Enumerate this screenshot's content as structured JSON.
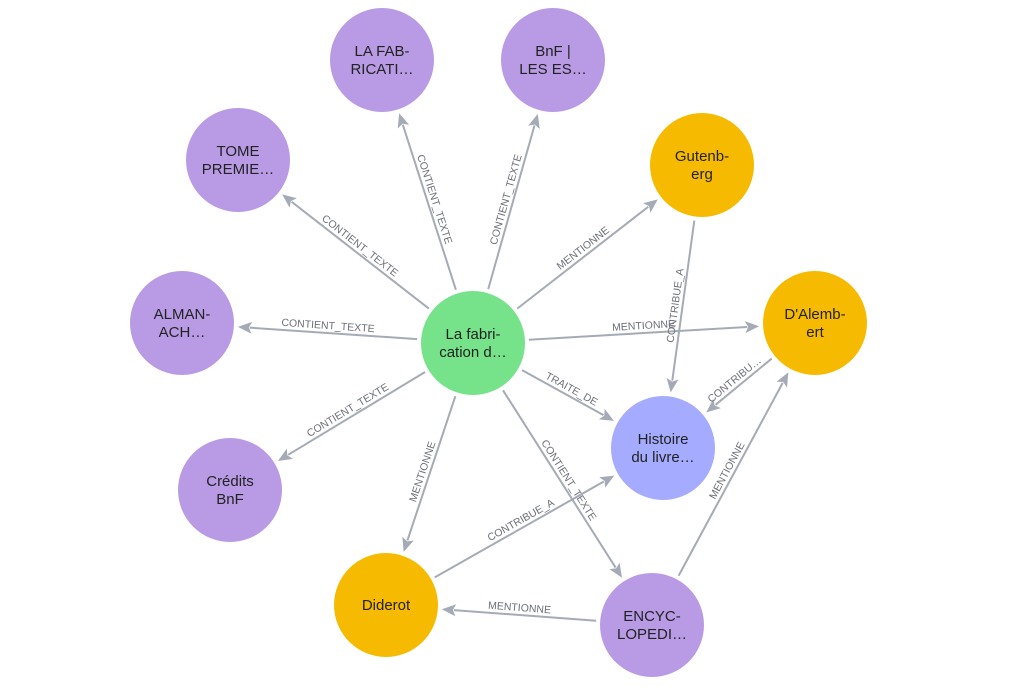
{
  "colors": {
    "document": "#b99be5",
    "page": "#76e38b",
    "person": "#f6bb00",
    "topic": "#a5abff",
    "edge": "#a5abb6",
    "edge_label": "#6b6f78",
    "node_text": "#222222"
  },
  "nodes": [
    {
      "id": "center",
      "type": "page",
      "lines": [
        "La fabri-",
        "cation d…"
      ]
    },
    {
      "id": "fabrication",
      "type": "document",
      "lines": [
        "LA FAB-",
        "RICATI…"
      ]
    },
    {
      "id": "bnf_es",
      "type": "document",
      "lines": [
        "BnF |",
        "LES ES…"
      ]
    },
    {
      "id": "tome",
      "type": "document",
      "lines": [
        "TOME",
        "PREMIE…"
      ]
    },
    {
      "id": "almanach",
      "type": "document",
      "lines": [
        "ALMAN-",
        "ACH…"
      ]
    },
    {
      "id": "credits",
      "type": "document",
      "lines": [
        "Crédits",
        "BnF"
      ]
    },
    {
      "id": "gutenberg",
      "type": "person",
      "lines": [
        "Gutenb-",
        "erg"
      ]
    },
    {
      "id": "dalembert",
      "type": "person",
      "lines": [
        "D'Alemb-",
        "ert"
      ]
    },
    {
      "id": "histoire",
      "type": "topic",
      "lines": [
        "Histoire",
        "du livre…"
      ]
    },
    {
      "id": "diderot",
      "type": "person",
      "lines": [
        "Diderot"
      ]
    },
    {
      "id": "encyclopedie",
      "type": "document",
      "lines": [
        "ENCYC-",
        "LOPEDI…"
      ]
    }
  ],
  "edges": [
    {
      "from": "center",
      "to": "fabrication",
      "label": "CONTIENT_TEXTE"
    },
    {
      "from": "center",
      "to": "bnf_es",
      "label": "CONTIENT_TEXTE"
    },
    {
      "from": "center",
      "to": "tome",
      "label": "CONTIENT_TEXTE"
    },
    {
      "from": "center",
      "to": "almanach",
      "label": "CONTIENT_TEXTE"
    },
    {
      "from": "center",
      "to": "credits",
      "label": "CONTIENT_TEXTE"
    },
    {
      "from": "center",
      "to": "gutenberg",
      "label": "MENTIONNE"
    },
    {
      "from": "center",
      "to": "dalembert",
      "label": "MENTIONNE"
    },
    {
      "from": "center",
      "to": "histoire",
      "label": "TRAITE_DE"
    },
    {
      "from": "center",
      "to": "diderot",
      "label": "MENTIONNE"
    },
    {
      "from": "center",
      "to": "encyclopedie",
      "label": "CONTIENT_TEXTE"
    },
    {
      "from": "gutenberg",
      "to": "histoire",
      "label": "CONTRIBUE_A"
    },
    {
      "from": "dalembert",
      "to": "histoire",
      "label": "CONTRIBU…"
    },
    {
      "from": "diderot",
      "to": "histoire",
      "label": "CONTRIBUE_A"
    },
    {
      "from": "encyclopedie",
      "to": "dalembert",
      "label": "MENTIONNE"
    },
    {
      "from": "encyclopedie",
      "to": "diderot",
      "label": "MENTIONNE"
    }
  ]
}
